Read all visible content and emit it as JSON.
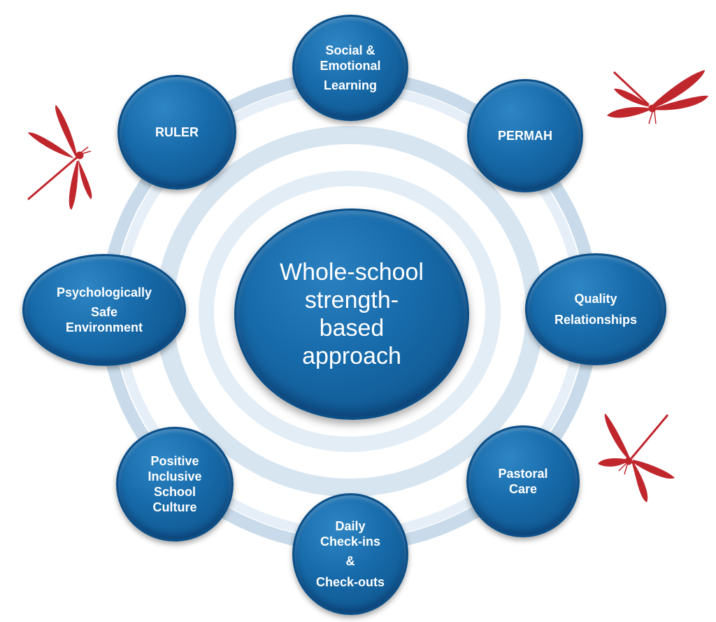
{
  "center": {
    "lines": [
      "Whole-school",
      "strength-",
      "based",
      "approach"
    ]
  },
  "nodes": {
    "social_emotional_learning": [
      "Social &",
      "Emotional",
      "Learning"
    ],
    "permah": [
      "PERMAH"
    ],
    "quality_relationships": [
      "Quality",
      "Relationships"
    ],
    "pastoral_care": [
      "Pastoral",
      "Care"
    ],
    "daily_checkins": [
      "Daily",
      "Check-ins",
      "&",
      "Check-outs"
    ],
    "positive_inclusive_culture": [
      "Positive",
      "Inclusive",
      "School",
      "Culture"
    ],
    "psych_safe_environment": [
      "Psychologically",
      "Safe",
      "Environment"
    ],
    "ruler": [
      "RULER"
    ]
  },
  "colors": {
    "node_blue": "#176aa9",
    "ring_light_blue": "#c9dbea",
    "dragonfly_red": "#c0272d"
  },
  "icons": [
    "dragonfly-icon",
    "dragonfly-icon",
    "dragonfly-icon"
  ]
}
